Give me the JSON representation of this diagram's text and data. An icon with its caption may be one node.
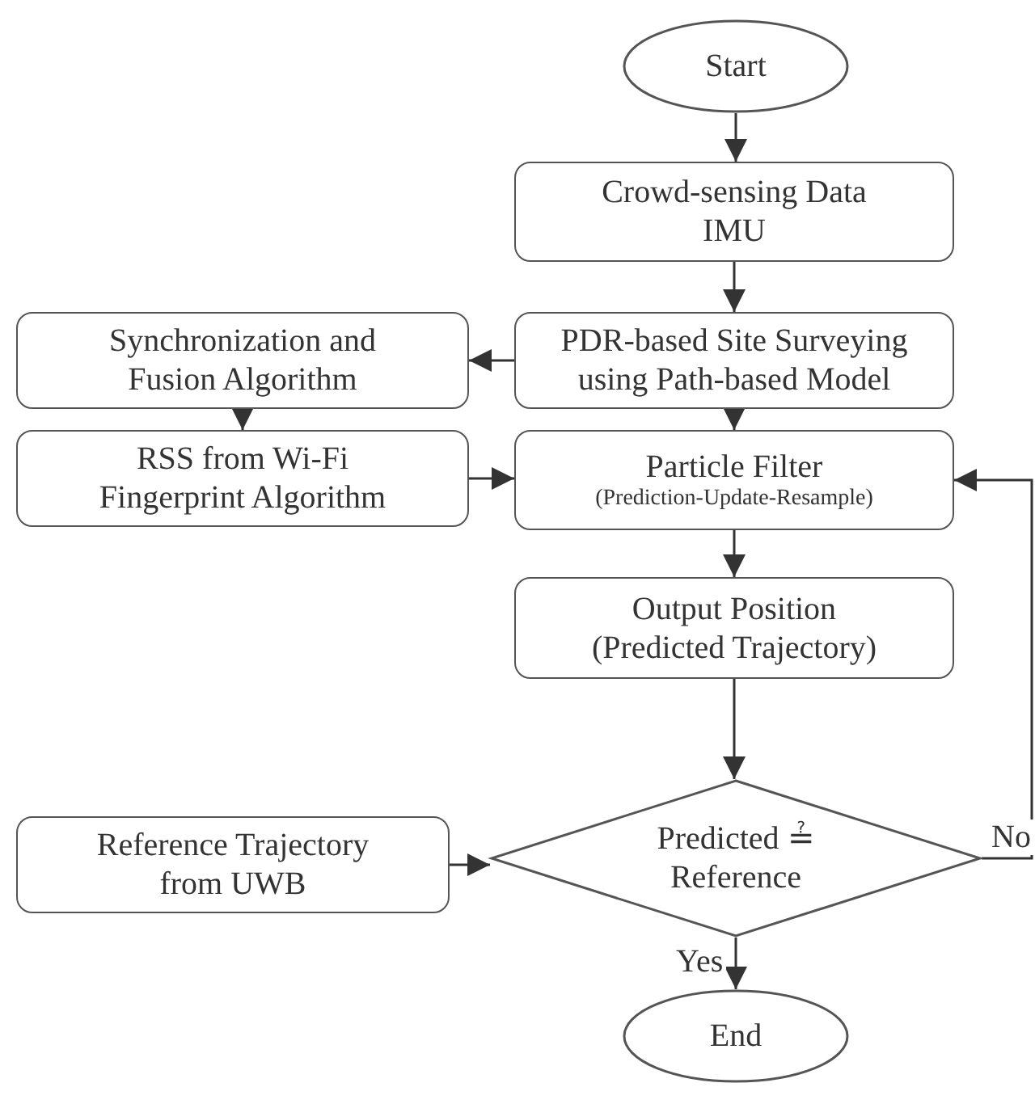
{
  "diagram": {
    "nodes": [
      {
        "text": [
          "Start"
        ]
      },
      {
        "text": [
          "Crowd-sensing Data",
          "IMU"
        ]
      },
      {
        "text": [
          "PDR-based Site Surveying using Path-based Model"
        ]
      },
      {
        "text": [
          "Synchronization and Fusion Algorithm"
        ]
      },
      {
        "text": [
          "RSS from Wi-Fi Fingerprint Algorithm"
        ]
      },
      {
        "text": [
          "Particle Filter",
          "(Prediction-Update-Resample)"
        ]
      },
      {
        "text": [
          "Output Position",
          "(Predicted Trajectory)"
        ]
      },
      {
        "text": [
          "Reference Trajectory from UWB"
        ]
      },
      {
        "text": [
          "Predicted ≟ Reference"
        ]
      },
      {
        "text": [
          "End"
        ]
      }
    ],
    "edges": [
      {
        "from": 0,
        "to": 1,
        "arrow": "to"
      },
      {
        "from": 1,
        "to": 2,
        "arrow": "to"
      },
      {
        "from": 2,
        "to": 3,
        "arrow": "to"
      },
      {
        "from": 3,
        "to": 4,
        "arrow": "to"
      },
      {
        "from": 4,
        "to": 5,
        "arrow": "to"
      },
      {
        "from": 2,
        "to": 5,
        "arrow": "to"
      },
      {
        "from": 5,
        "to": 6,
        "arrow": "to"
      },
      {
        "from": 6,
        "to": 8,
        "arrow": "to"
      },
      {
        "from": 7,
        "to": 8,
        "arrow": "to"
      },
      {
        "from": 8,
        "to": 9,
        "arrow": "to",
        "label": "Yes"
      },
      {
        "from": 8,
        "to": 5,
        "arrow": "to",
        "label": "No"
      }
    ]
  }
}
